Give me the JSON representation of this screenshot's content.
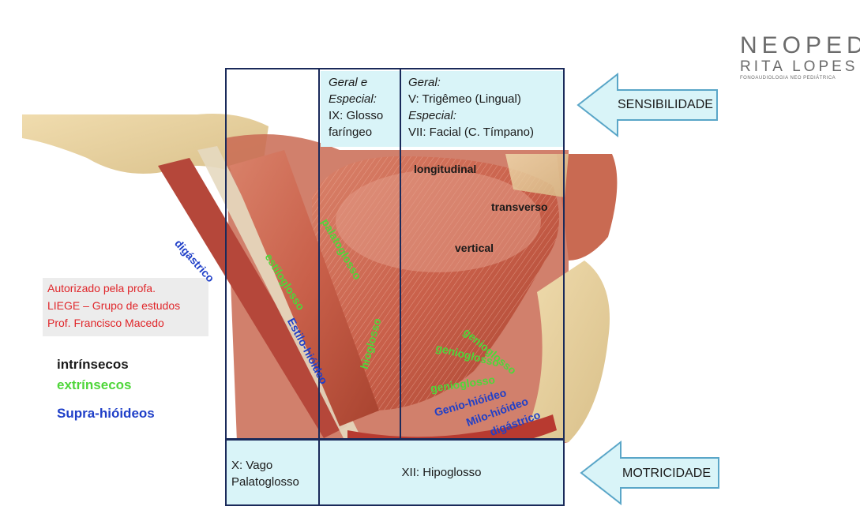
{
  "logo": {
    "line1": "NEOPED",
    "line2": "RITA LOPES",
    "line3": "FONOAUDIOLOGIA NEO PEDIÁTRICA"
  },
  "credit": {
    "lines": [
      "Autorizado pela profa.",
      "LIEGE – Grupo de estudos",
      "Prof. Francisco Macedo"
    ]
  },
  "legend": {
    "intrinsic": "intrínsecos",
    "extrinsic": "extrínsecos",
    "suprahyoid": "Supra-hióideos"
  },
  "colors": {
    "intrinsic": "#1a1a1a",
    "extrinsic": "#4fd63a",
    "suprahyoid": "#1f3fc8",
    "credit": "#e0262a",
    "box_bg": "#d9f4f8",
    "frame": "#1a2a5a"
  },
  "sensory": {
    "box_glosso": {
      "title": "Geral e Especial:",
      "line1": "IX: Glosso",
      "line2": "faríngeo"
    },
    "box_trig": {
      "geral": "Geral:",
      "v": "V: Trigêmeo (Lingual)",
      "especial": "Especial:",
      "vii": "VII: Facial (C. Tímpano)"
    },
    "arrow_label": "SENSIBILIDADE"
  },
  "motor": {
    "box_vago": {
      "line1": "X: Vago",
      "line2": "Palatoglosso"
    },
    "box_hipo": "XII: Hipoglosso",
    "arrow_label": "MOTRICIDADE"
  },
  "muscle_labels": {
    "longitudinal": "longitudinal",
    "transverso": "transverso",
    "vertical": "vertical",
    "digastrico": "digástrico",
    "estiloglosso": "estiloglosso",
    "palatoglosso": "palatoglosso",
    "estilo_hioideo": "Estilo-hióideo",
    "hioglosso": "hioglosso",
    "genioglosso_1": "genioglosso",
    "genioglosso_2": "genioglosso",
    "genioglosso_3": "genioglosso",
    "genio_hioideo": "Genio-hióideo",
    "milo_hioideo": "Milo-hióideo",
    "digastrico_2": "digástrico"
  }
}
